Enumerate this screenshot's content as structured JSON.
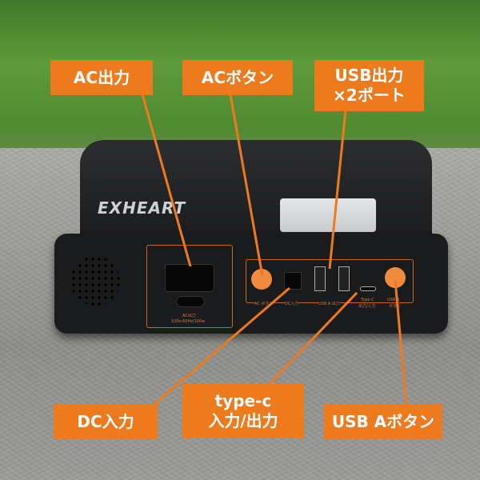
{
  "brand": "EXHEART",
  "callouts": {
    "ac_output": "AC出力",
    "ac_button": "ACボタン",
    "usb_output_line1": "USB出力",
    "usb_output_line2": "×2ポート",
    "dc_input": "DC入力",
    "typec_line1": "type-c",
    "typec_line2": "入力/出力",
    "usb_a_button": "USB Aボタン"
  },
  "panel_labels": {
    "ac_output": "AC出力",
    "ac_spec": "100v-60Hz/100w",
    "ac_button": "AC ボタン",
    "dc_input": "DC入力",
    "usb_a_output": "USB A 出力",
    "typec_1": "Type C",
    "typec_2": "出力/入力",
    "usb_button_1": "USB A",
    "usb_button_2": "ボタン"
  },
  "colors": {
    "accent": "#ed7a1c"
  }
}
